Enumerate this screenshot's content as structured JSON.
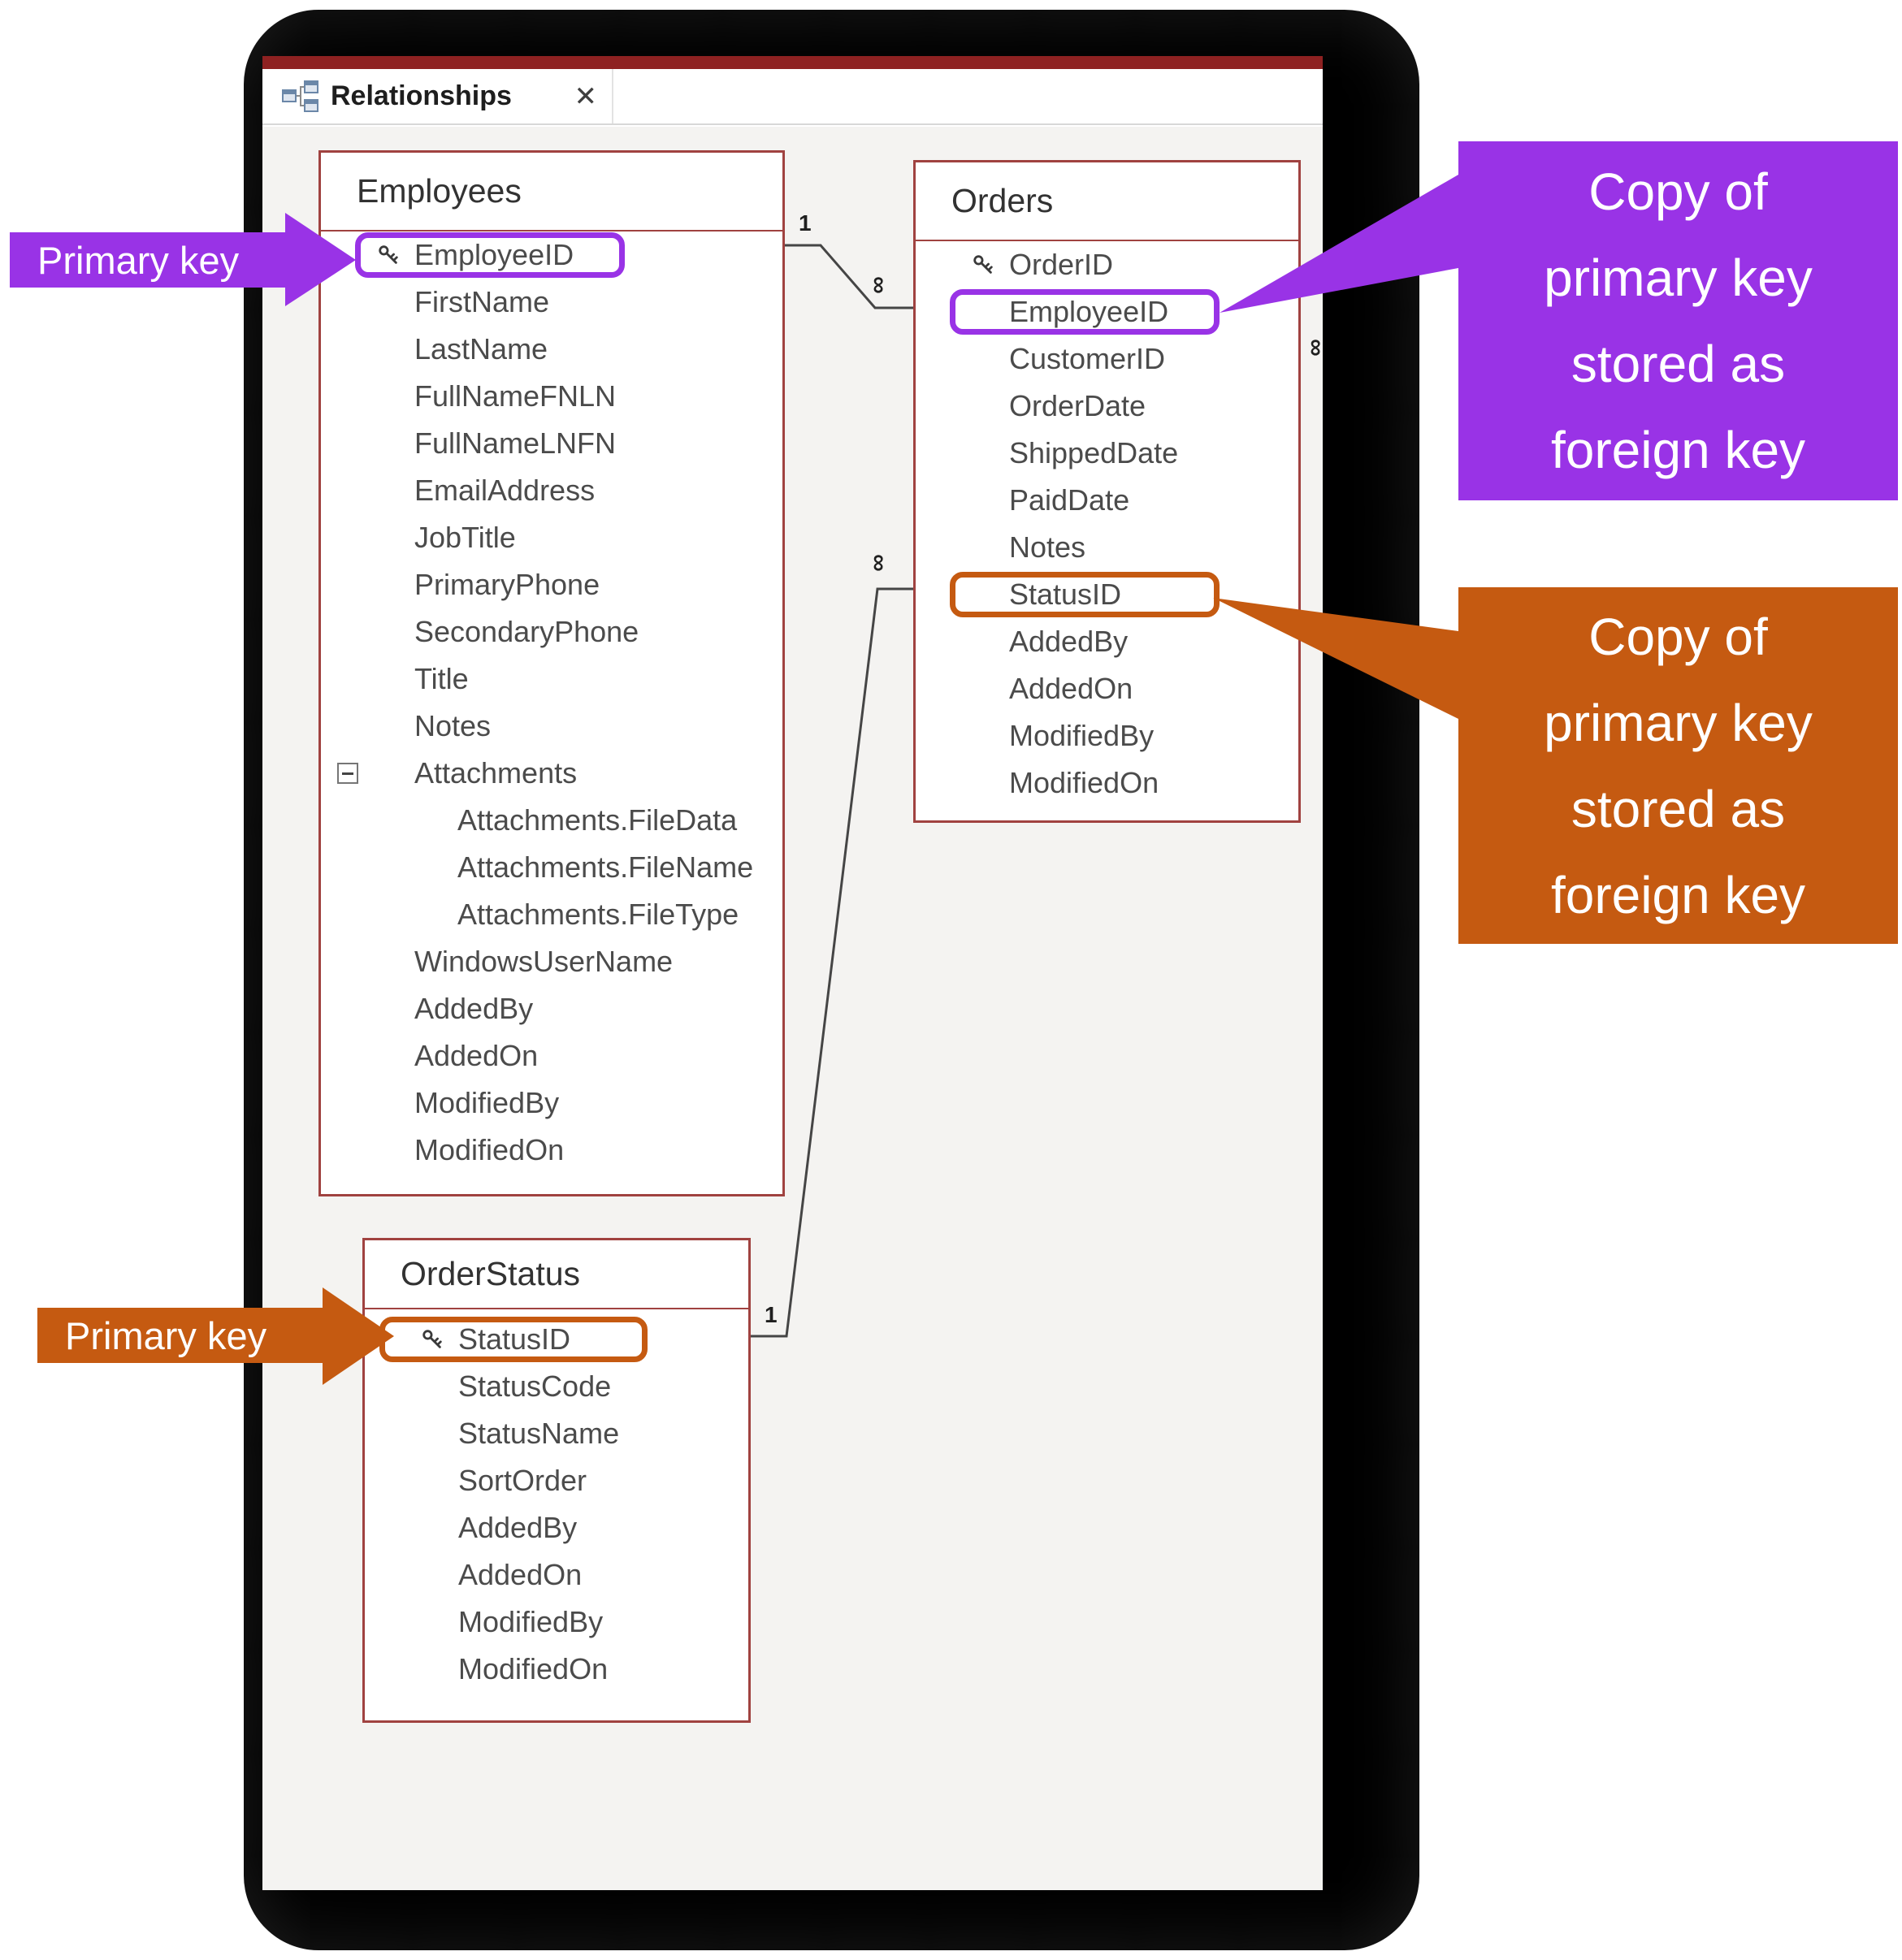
{
  "window": {
    "tab": {
      "title": "Relationships",
      "close_glyph": "✕"
    }
  },
  "canvas": {
    "tables": [
      {
        "id": "employees",
        "title": "Employees",
        "fields": [
          {
            "name": "EmployeeID",
            "key": true,
            "highlight": "purple"
          },
          {
            "name": "FirstName"
          },
          {
            "name": "LastName"
          },
          {
            "name": "FullNameFNLN"
          },
          {
            "name": "FullNameLNFN"
          },
          {
            "name": "EmailAddress"
          },
          {
            "name": "JobTitle"
          },
          {
            "name": "PrimaryPhone"
          },
          {
            "name": "SecondaryPhone"
          },
          {
            "name": "Title"
          },
          {
            "name": "Notes"
          },
          {
            "name": "Attachments",
            "expander": true
          },
          {
            "name": "Attachments.FileData",
            "indent": true
          },
          {
            "name": "Attachments.FileName",
            "indent": true
          },
          {
            "name": "Attachments.FileType",
            "indent": true
          },
          {
            "name": "WindowsUserName"
          },
          {
            "name": "AddedBy"
          },
          {
            "name": "AddedOn"
          },
          {
            "name": "ModifiedBy"
          },
          {
            "name": "ModifiedOn"
          }
        ]
      },
      {
        "id": "orders",
        "title": "Orders",
        "fields": [
          {
            "name": "OrderID",
            "key": true
          },
          {
            "name": "EmployeeID",
            "highlight": "purple"
          },
          {
            "name": "CustomerID"
          },
          {
            "name": "OrderDate"
          },
          {
            "name": "ShippedDate"
          },
          {
            "name": "PaidDate"
          },
          {
            "name": "Notes"
          },
          {
            "name": "StatusID",
            "highlight": "orange"
          },
          {
            "name": "AddedBy"
          },
          {
            "name": "AddedOn"
          },
          {
            "name": "ModifiedBy"
          },
          {
            "name": "ModifiedOn"
          }
        ]
      },
      {
        "id": "orderstatus",
        "title": "OrderStatus",
        "fields": [
          {
            "name": "StatusID",
            "key": true,
            "highlight": "orange"
          },
          {
            "name": "StatusCode"
          },
          {
            "name": "StatusName"
          },
          {
            "name": "SortOrder"
          },
          {
            "name": "AddedBy"
          },
          {
            "name": "AddedOn"
          },
          {
            "name": "ModifiedBy"
          },
          {
            "name": "ModifiedOn"
          }
        ]
      }
    ],
    "relationships": [
      {
        "from_table": "Employees",
        "from_field": "EmployeeID",
        "to_table": "Orders",
        "to_field": "EmployeeID",
        "one_label": "1",
        "many_label": "∞"
      },
      {
        "from_table": "OrderStatus",
        "from_field": "StatusID",
        "to_table": "Orders",
        "to_field": "StatusID",
        "one_label": "1",
        "many_label": "∞"
      },
      {
        "cropped": true,
        "many_label": "∞"
      }
    ]
  },
  "annotations": {
    "primary_key_label_purple": "Primary key",
    "primary_key_label_orange": "Primary key",
    "callout_purple": {
      "lines": [
        "Copy of",
        "primary key",
        "stored as",
        "foreign key"
      ]
    },
    "callout_orange": {
      "lines": [
        "Copy of",
        "primary key",
        "stored as",
        "foreign key"
      ]
    }
  },
  "colors": {
    "purple": "#9933E6",
    "orange": "#C55A11",
    "table_border": "#A04240",
    "window_accent_bar": "#8E2121",
    "canvas_background": "#F4F3F1"
  }
}
